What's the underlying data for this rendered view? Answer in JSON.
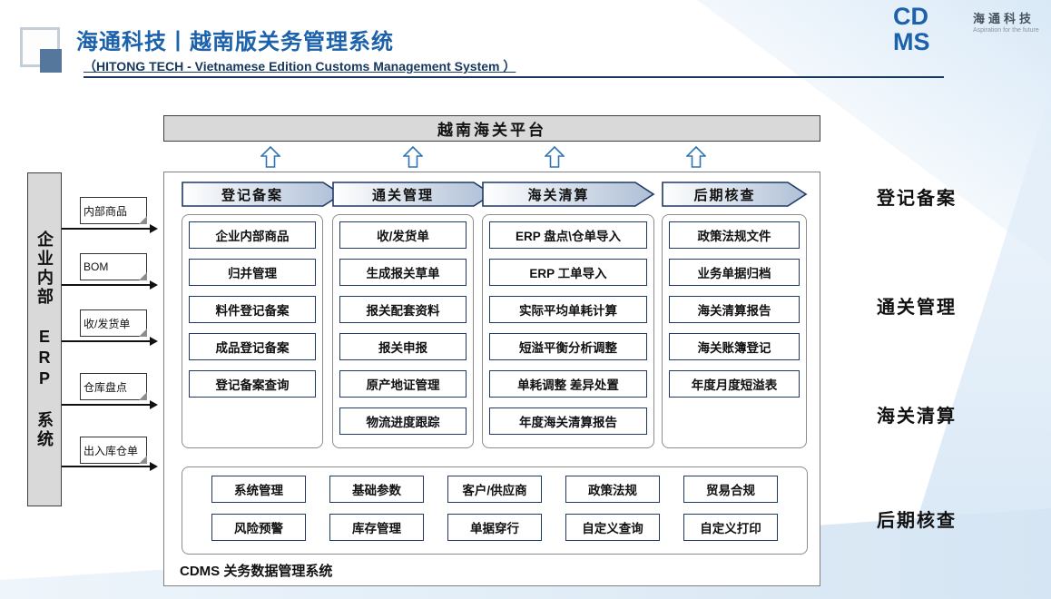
{
  "header": {
    "title": "海通科技丨越南版关务管理系统",
    "subtitle": "（HITONG TECH - Vietnamese Edition Customs Management System ）",
    "logo_cdms": "CDMS",
    "logo_company": "海通科技",
    "logo_tagline": "Aspiration for the future"
  },
  "platform_bar": "越南海关平台",
  "erp": {
    "label": "企业内部 ERP 系统",
    "items": [
      "内部商品",
      "BOM",
      "收/发货单",
      "仓库盘点",
      "出入库仓单"
    ]
  },
  "columns": [
    {
      "header": "登记备案",
      "items": [
        "企业内部商品",
        "归并管理",
        "料件登记备案",
        "成品登记备案",
        "登记备案查询"
      ]
    },
    {
      "header": "通关管理",
      "items": [
        "收/发货单",
        "生成报关草单",
        "报关配套资料",
        "报关申报",
        "原产地证管理",
        "物流进度跟踪"
      ]
    },
    {
      "header": "海关清算",
      "items": [
        "ERP 盘点\\仓单导入",
        "ERP 工单导入",
        "实际平均单耗计算",
        "短溢平衡分析调整",
        "单耗调整 差异处置",
        "年度海关清算报告"
      ]
    },
    {
      "header": "后期核查",
      "items": [
        "政策法规文件",
        "业务单据归档",
        "海关清算报告",
        "海关账簿登记",
        "年度月度短溢表"
      ]
    }
  ],
  "bottom_modules": {
    "rows": [
      [
        "系统管理",
        "基础参数",
        "客户/供应商",
        "政策法规",
        "贸易合规"
      ],
      [
        "风险预警",
        "库存管理",
        "单据穿行",
        "自定义查询",
        "自定义打印"
      ]
    ],
    "caption": "CDMS 关务数据管理系统"
  },
  "right_labels": [
    "登记备案",
    "通关管理",
    "海关清算",
    "后期核查"
  ],
  "colors": {
    "title_blue": "#1b61ab",
    "box_navy": "#1f3864",
    "bar_gray": "#d9d9d9",
    "arrow_blue": "#2e74b5"
  }
}
